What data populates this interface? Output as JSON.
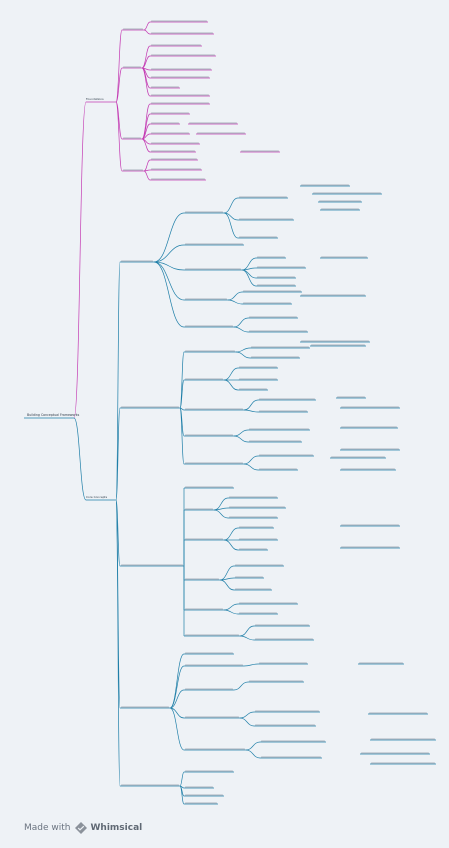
{
  "colors": {
    "background": "#eef2f6",
    "branch_pink": "#c43bb3",
    "branch_blue": "#1f7fa8",
    "text": "#3d4a58"
  },
  "diagram": {
    "root": "Building Conceptual Frameworks",
    "branches": [
      {
        "label": "Foundations",
        "color": "pink"
      },
      {
        "label": "Core Concepts",
        "color": "blue"
      }
    ]
  },
  "footer": {
    "made_with": "Made with",
    "brand": "Whimsical",
    "logo_icon": "whimsical-logo-icon"
  }
}
